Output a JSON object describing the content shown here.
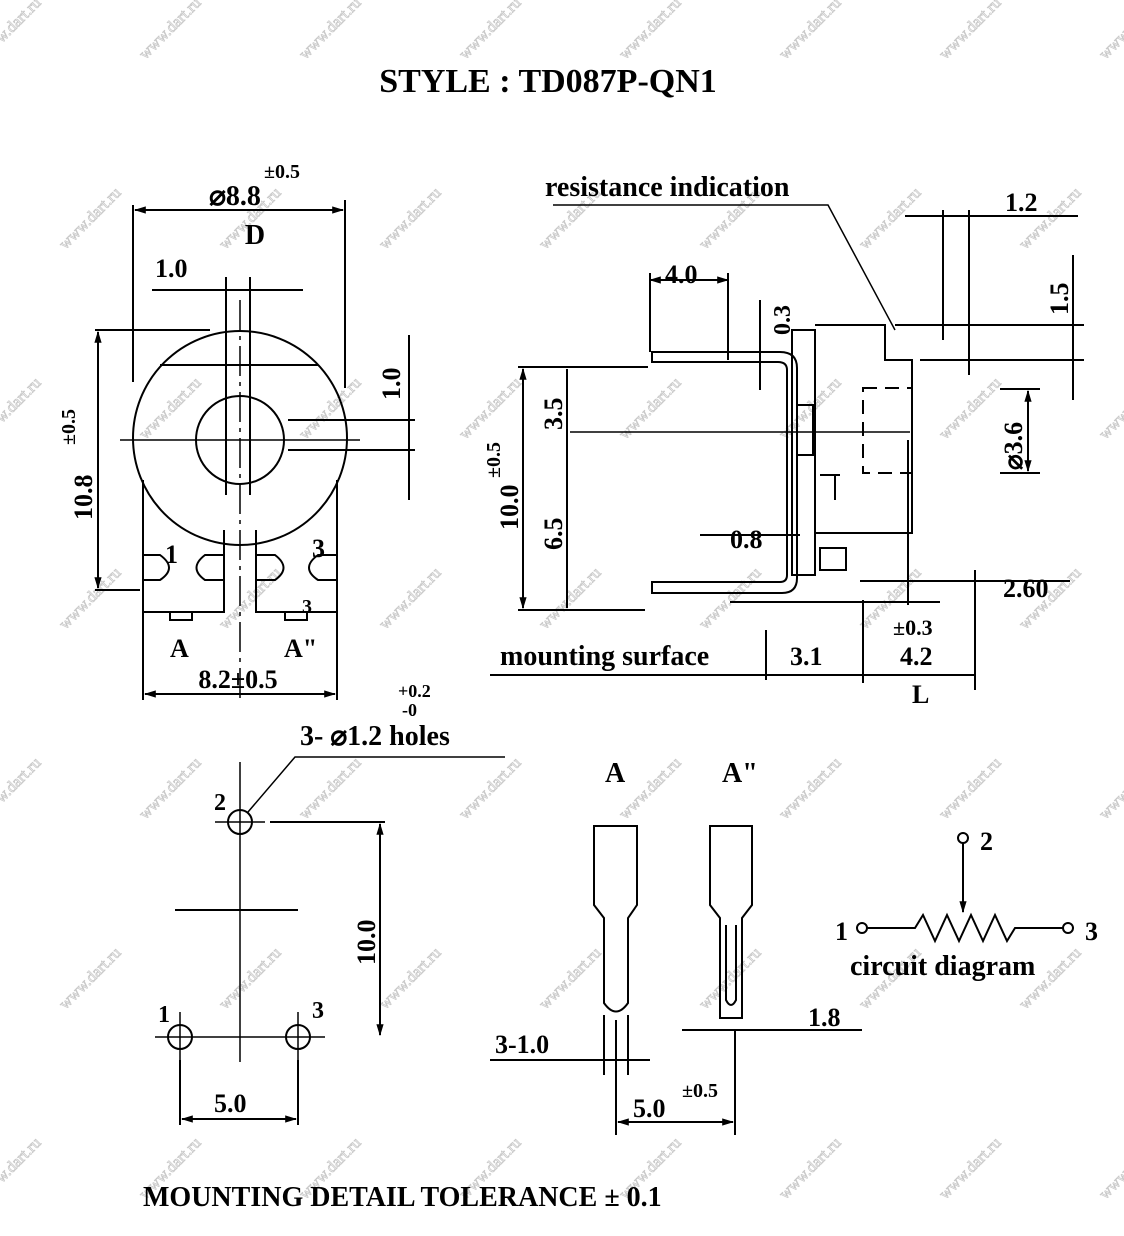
{
  "title": "STYLE : TD087P-QN1",
  "watermark": "www.dart.ru",
  "front_view": {
    "diameter": "⌀8.8",
    "diameter_tol": "±0.5",
    "diameter_label": "D",
    "slot_width": "1.0",
    "slot_height": "1.0",
    "height": "10.8",
    "height_tol": "±0.5",
    "width": "8.2±0.5",
    "pin1": "1",
    "pin3": "3",
    "pin3b": "3",
    "lead_a": "A",
    "lead_a2": "A\""
  },
  "side_view": {
    "resistance_indication": "resistance indication",
    "dim_1_2": "1.2",
    "dim_1_5": "1.5",
    "dim_4_0": "4.0",
    "dim_0_3": "0.3",
    "dim_3_5": "3.5",
    "dim_10_0": "10.0",
    "dim_10_0_tol": "±0.5",
    "dim_6_5": "6.5",
    "dim_0_8": "0.8",
    "dim_3_6": "⌀3.6",
    "dim_2_60": "2.60",
    "dim_tol_0_3": "±0.3",
    "dim_3_1": "3.1",
    "dim_4_2": "4.2",
    "dim_L": "L",
    "mounting_surface": "mounting surface"
  },
  "mounting": {
    "holes": "3- ⌀1.2 holes",
    "holes_tol_plus": "+0.2",
    "holes_tol_minus": "-0",
    "hole1": "1",
    "hole2": "2",
    "hole3": "3",
    "dim_10_0": "10.0",
    "dim_5_0": "5.0"
  },
  "leads": {
    "a": "A",
    "a2": "A\"",
    "dim_3_1_0": "3-1.0",
    "dim_1_8": "1.8",
    "dim_5_0": "5.0",
    "dim_5_0_tol": "±0.5"
  },
  "circuit": {
    "node1": "1",
    "node2": "2",
    "node3": "3",
    "label": "circuit diagram"
  },
  "footer": "MOUNTING DETAIL TOLERANCE ± 0.1"
}
